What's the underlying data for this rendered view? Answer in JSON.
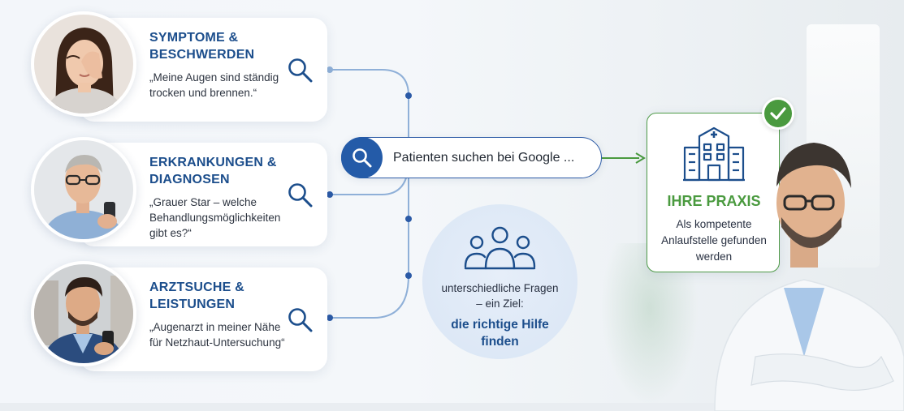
{
  "cards": [
    {
      "title_line1": "SYMPTOME &",
      "title_line2": "BESCHWERDEN",
      "quote": "„Meine Augen sind ständig trocken und brennen.“",
      "icon": "search-icon",
      "avatar": "woman-rubbing-eyes"
    },
    {
      "title_line1": "ERKRANKUNGEN &",
      "title_line2": "DIAGNOSEN",
      "quote": "„Grauer Star – welche Behandlungsmöglichkeiten gibt es?“",
      "icon": "search-icon",
      "avatar": "older-man-with-phone"
    },
    {
      "title_line1": "ARZTSUCHE &",
      "title_line2": "LEISTUNGEN",
      "quote": "„Augenarzt in meiner Nähe für Netzhaut-Untersuchung“",
      "icon": "search-icon",
      "avatar": "man-with-phone"
    }
  ],
  "search": {
    "text": "Patienten suchen bei Google ...",
    "icon": "search-icon"
  },
  "group": {
    "icon": "people-group-icon",
    "line1": "unterschiedliche Fragen – ein Ziel:",
    "line2": "die richtige Hilfe finden"
  },
  "praxis": {
    "icon": "hospital-icon",
    "title": "IHRE PRAXIS",
    "subtitle": "Als kompetente Anlaufstelle gefunden werden",
    "badge_icon": "checkmark-icon"
  },
  "colors": {
    "brand_blue": "#1c4e8c",
    "search_blue": "#245ba8",
    "accent_green": "#4a9a3f",
    "connector": "#8fb0d8"
  }
}
